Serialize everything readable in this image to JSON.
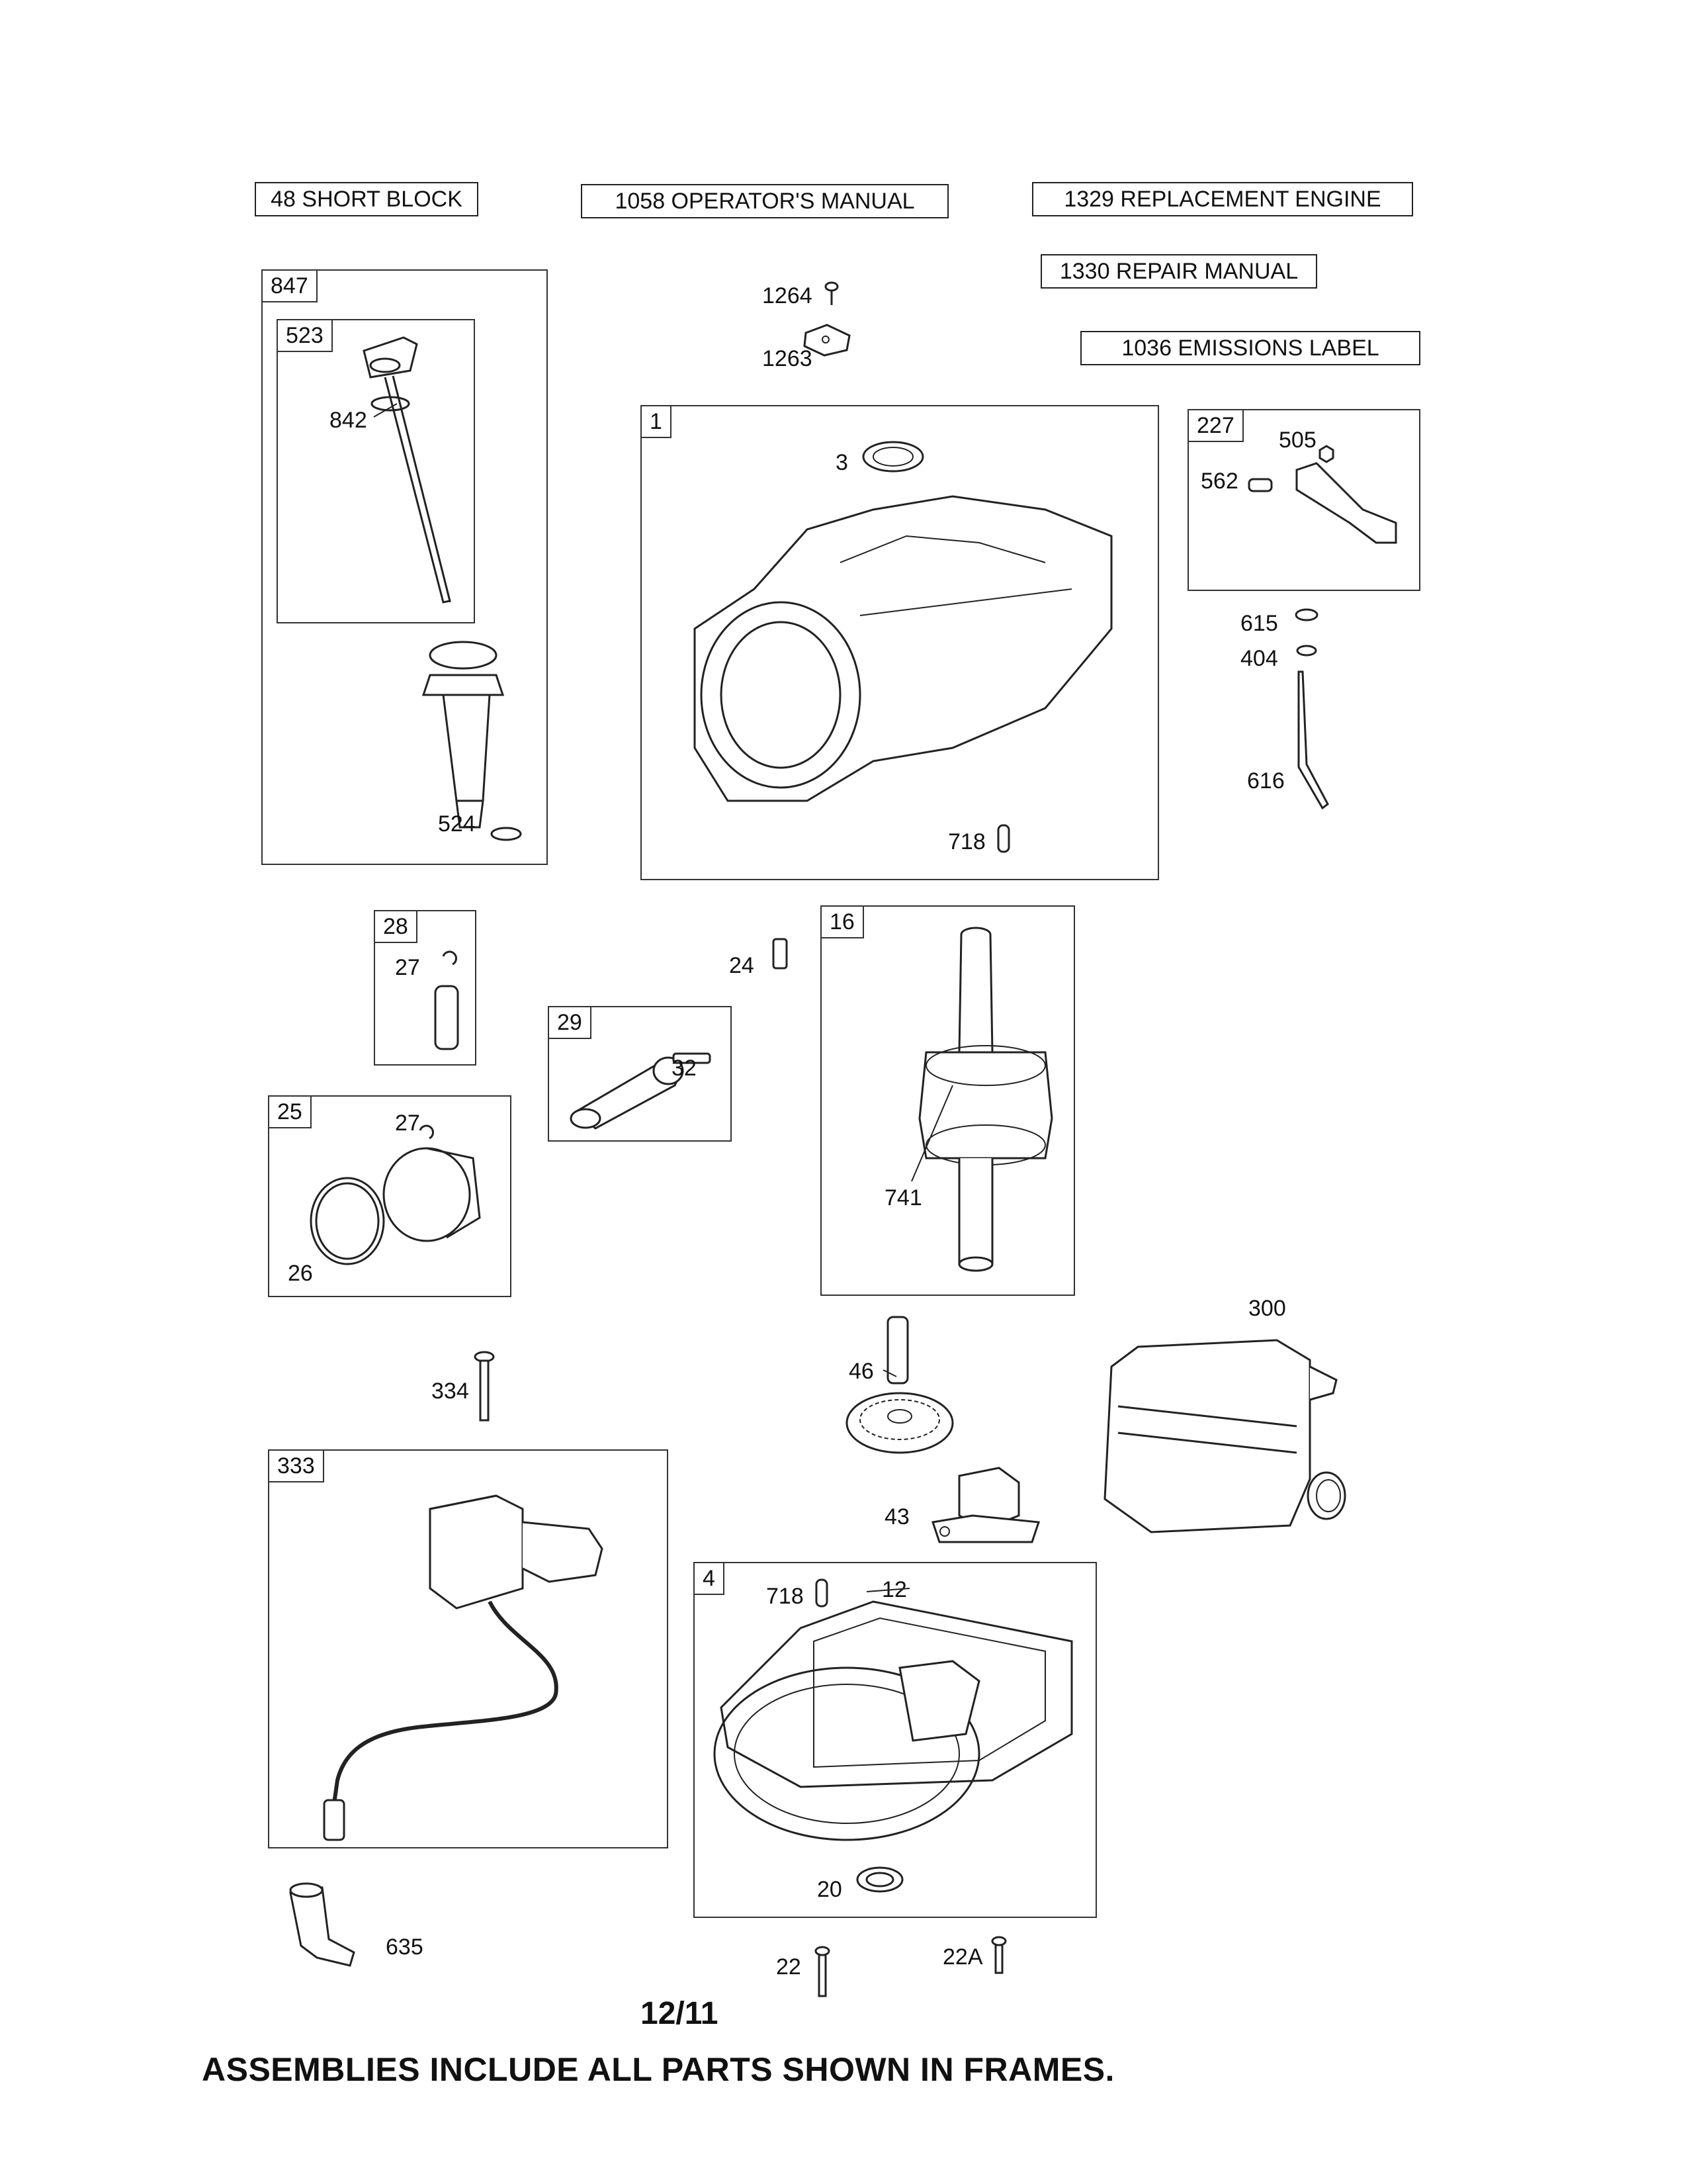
{
  "top_labels": [
    {
      "text": "48 SHORT BLOCK"
    },
    {
      "text": "1058 OPERATOR'S MANUAL"
    },
    {
      "text": "1329 REPLACEMENT ENGINE"
    },
    {
      "text": "1330 REPAIR MANUAL"
    },
    {
      "text": "1036 EMISSIONS LABEL"
    }
  ],
  "frames": {
    "f847": "847",
    "f523": "523",
    "f1": "1",
    "f227": "227",
    "f28": "28",
    "f29": "29",
    "f16": "16",
    "f25": "25",
    "f333": "333",
    "f4": "4"
  },
  "callouts": {
    "c1264": "1264",
    "c1263": "1263",
    "c842": "842",
    "c524": "524",
    "c3": "3",
    "c718a": "718",
    "c505": "505",
    "c562": "562",
    "c615": "615",
    "c404": "404",
    "c616": "616",
    "c27a": "27",
    "c24": "24",
    "c32": "32",
    "c27b": "27",
    "c26": "26",
    "c741": "741",
    "c300": "300",
    "c334": "334",
    "c46": "46",
    "c43": "43",
    "c718b": "718",
    "c12": "12",
    "c20": "20",
    "c635": "635",
    "c22": "22",
    "c22a": "22A"
  },
  "footer": {
    "date": "12/11",
    "note": "ASSEMBLIES INCLUDE ALL PARTS SHOWN IN FRAMES."
  }
}
